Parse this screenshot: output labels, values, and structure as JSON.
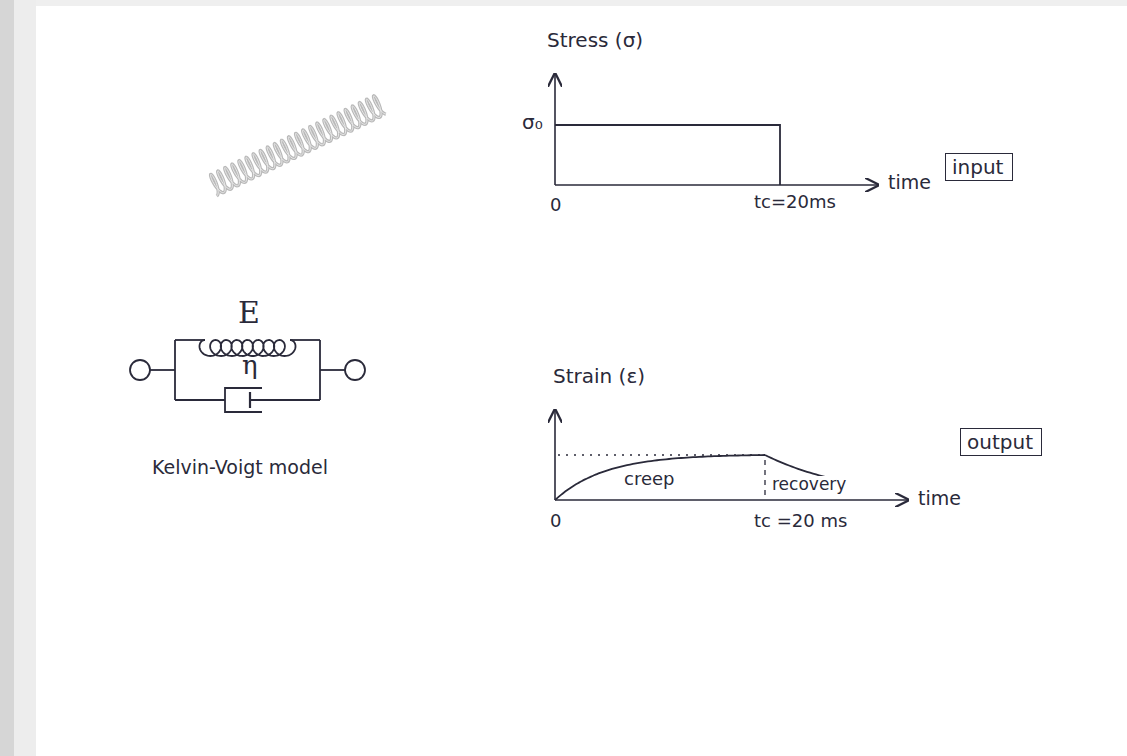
{
  "diagram": {
    "nodes": [
      {
        "text": [
          "input"
        ]
      },
      {
        "text": [
          "output"
        ]
      }
    ],
    "labels": [
      "Stress (σ)",
      "σ₀",
      "0",
      "tc=20ms",
      "time",
      "Strain (ε)",
      "creep",
      "recovery",
      "0",
      "tc =20 ms",
      "time",
      "E",
      "η",
      "Kelvin-Voigt model"
    ]
  }
}
